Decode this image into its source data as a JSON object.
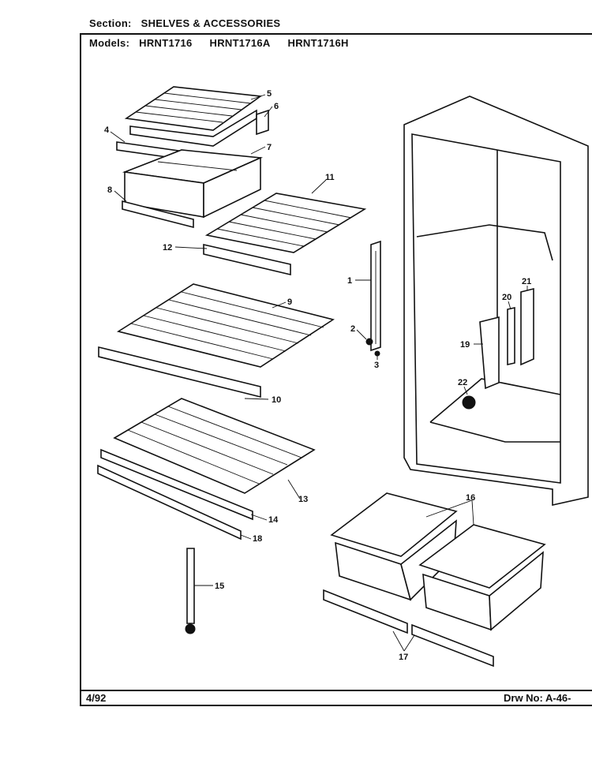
{
  "header": {
    "section_label": "Section:",
    "section_value": "SHELVES & ACCESSORIES",
    "models_label": "Models:",
    "models": [
      "HRNT1716",
      "HRNT1716A",
      "HRNT1716H"
    ]
  },
  "footer": {
    "date_code": "4/92",
    "drawing_label": "Drw No:",
    "drawing_number": "A-46-"
  },
  "callouts": [
    "1",
    "2",
    "3",
    "4",
    "5",
    "6",
    "7",
    "8",
    "9",
    "10",
    "11",
    "12",
    "13",
    "14",
    "15",
    "16",
    "17",
    "18",
    "19",
    "20",
    "21",
    "22"
  ]
}
